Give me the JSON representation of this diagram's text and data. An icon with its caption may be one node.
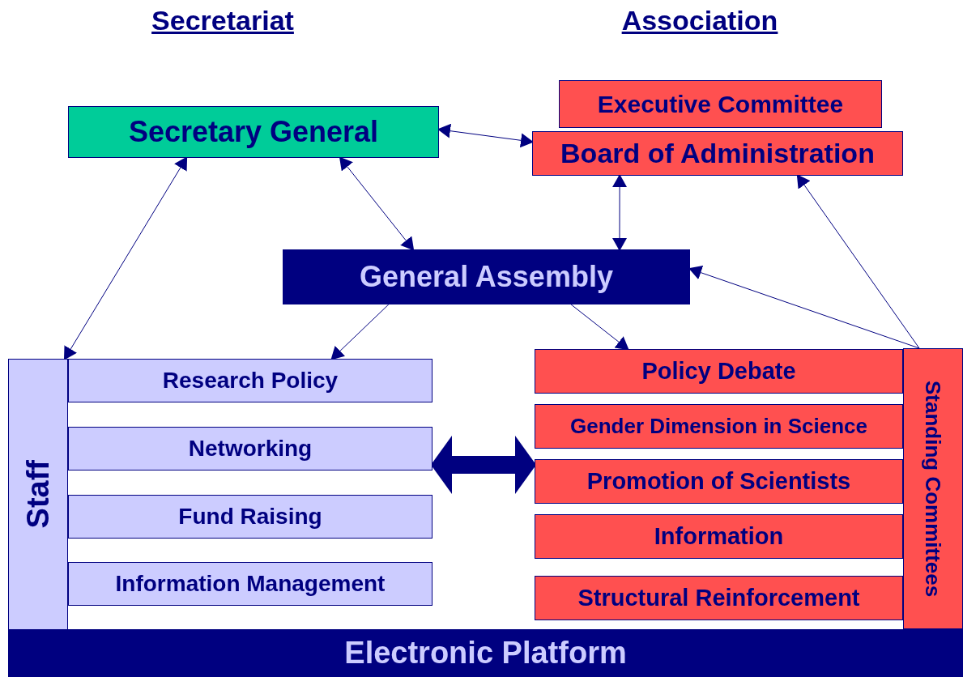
{
  "diagram": {
    "nodes": [
      {
        "text": [
          "Secretary General"
        ]
      },
      {
        "text": [
          "Executive Committee"
        ]
      },
      {
        "text": [
          "Board of Administration"
        ]
      },
      {
        "text": [
          "General Assembly"
        ]
      },
      {
        "text": [
          "Staff"
        ]
      },
      {
        "text": [
          "Research Policy"
        ]
      },
      {
        "text": [
          "Networking"
        ]
      },
      {
        "text": [
          "Fund Raising"
        ]
      },
      {
        "text": [
          "Information Management"
        ]
      },
      {
        "text": [
          "Policy Debate"
        ]
      },
      {
        "text": [
          "Gender Dimension in Science"
        ]
      },
      {
        "text": [
          "Promotion of Scientists"
        ]
      },
      {
        "text": [
          "Information"
        ]
      },
      {
        "text": [
          "Structural Reinforcement"
        ]
      },
      {
        "text": [
          "Standing Committees"
        ]
      },
      {
        "text": [
          "Electronic Platform"
        ]
      }
    ],
    "edges": [
      {
        "from": 0,
        "to": 2,
        "arrow": "both"
      },
      {
        "from": 0,
        "to": 4,
        "arrow": "both"
      },
      {
        "from": 0,
        "to": 3,
        "arrow": "both"
      },
      {
        "from": 2,
        "to": 3,
        "arrow": "both"
      },
      {
        "from": 3,
        "to": 5,
        "arrow": "to"
      },
      {
        "from": 3,
        "to": 9,
        "arrow": "to"
      },
      {
        "from": 14,
        "to": 3,
        "arrow": "to"
      },
      {
        "from": 14,
        "to": 2,
        "arrow": "to"
      },
      {
        "from": 6,
        "to": 11,
        "arrow": "both",
        "style": "thick"
      }
    ],
    "labels": [
      "Secretariat",
      "Association"
    ]
  }
}
